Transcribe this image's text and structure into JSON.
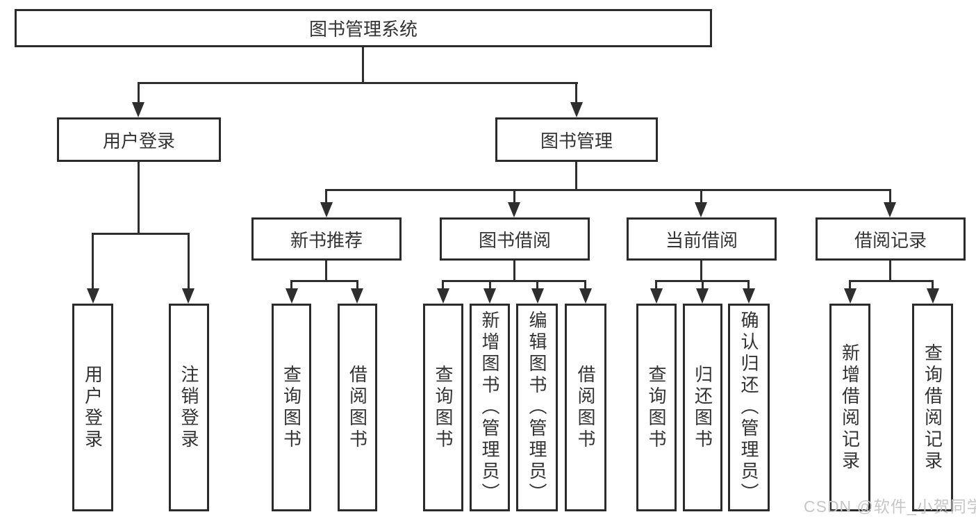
{
  "diagram": {
    "root": {
      "label": "图书管理系统"
    },
    "branches": [
      {
        "label": "用户登录",
        "children": [
          {
            "label": "用户登录"
          },
          {
            "label": "注销登录"
          }
        ]
      },
      {
        "label": "图书管理",
        "children": [
          {
            "label": "新书推荐",
            "children": [
              {
                "label": "查询图书"
              },
              {
                "label": "借阅图书"
              }
            ]
          },
          {
            "label": "图书借阅",
            "children": [
              {
                "label": "查询图书"
              },
              {
                "label": "新增图书（管理员）"
              },
              {
                "label": "编辑图书（管理员）"
              },
              {
                "label": "借阅图书"
              }
            ]
          },
          {
            "label": "当前借阅",
            "children": [
              {
                "label": "查询图书"
              },
              {
                "label": "归还图书"
              },
              {
                "label": "确认归还（管理员）"
              }
            ]
          },
          {
            "label": "借阅记录",
            "children": [
              {
                "label": "新增借阅记录"
              },
              {
                "label": "查询借阅记录"
              }
            ]
          }
        ]
      }
    ]
  },
  "watermark": {
    "text": "CSDN @软件_小贺同学"
  },
  "colors": {
    "line": "#2e2e2e",
    "box_border": "#2b2b2b",
    "text": "#333333",
    "background": "#ffffff",
    "watermark": "#c6c6c6"
  }
}
